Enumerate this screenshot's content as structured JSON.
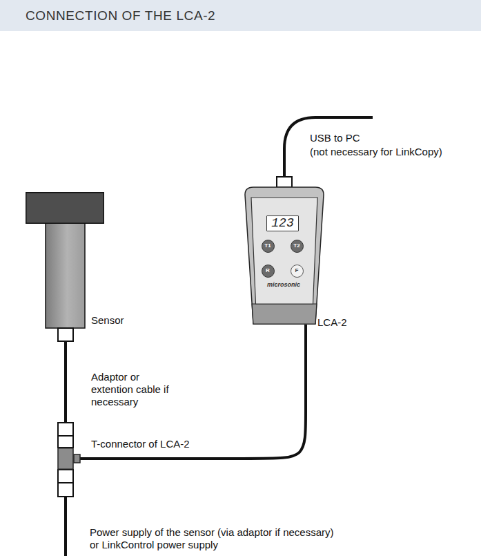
{
  "diagram": {
    "title": "CONNECTION OF THE LCA-2",
    "nodes": [
      {
        "text": [
          "Sensor"
        ]
      },
      {
        "text": [
          "LCA-2",
          "microsonic"
        ]
      },
      {
        "text": [
          "123"
        ],
        "in": 1
      },
      {
        "text": [
          "T1"
        ],
        "in": 1
      },
      {
        "text": [
          "T2"
        ],
        "in": 1
      },
      {
        "text": [
          "R"
        ],
        "in": 1
      },
      {
        "text": [
          "F"
        ],
        "in": 1
      },
      {
        "text": [
          "T-connector of LCA-2"
        ]
      }
    ],
    "edges": [
      {
        "from": 0,
        "to": 7,
        "arrow": "none"
      },
      {
        "from": 7,
        "to": 1,
        "arrow": "none"
      }
    ],
    "labels": [
      "USB to PC",
      "(not necessary for LinkCopy)",
      "Adaptor or extention cable if necessary",
      "Power supply of the sensor (via adaptor if necessary) or LinkControl power supply"
    ]
  }
}
